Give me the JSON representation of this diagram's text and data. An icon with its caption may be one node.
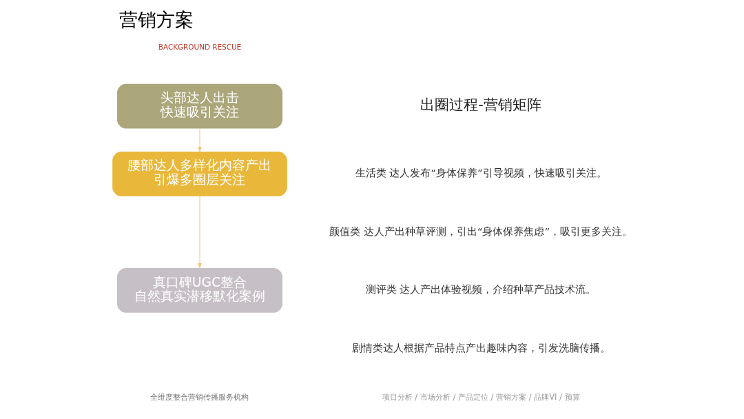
{
  "diagram": {
    "title": "营销方案",
    "nodes": [
      {
        "text": [
          "头部达人出击",
          "快速吸引关注"
        ]
      },
      {
        "text": [
          "腰部达人多样化内容产出",
          "引爆多圈层关注"
        ]
      },
      {
        "text": [
          "真口碑UGC整合",
          "自然真实潜移默化案例"
        ]
      }
    ],
    "edges": [
      {
        "from": 0,
        "to": 1,
        "arrow": "to"
      },
      {
        "from": 1,
        "to": 2,
        "arrow": "to"
      }
    ],
    "labels": [
      "BACKGROUND RESCUE",
      "出圈过程-营销矩阵",
      "生活类 达人发布“身体保养”引导视频，快速吸引关注。",
      "颜值类 达人产出种草评测，引出“身体保养焦虑”，吸引更多关注。",
      "测评类 达人产出体验视频，介绍种草产品技术流。",
      "剧情类达人根据产品特点产出趣味内容，引发洗脑传播。",
      "全维度整合营销传播服务机构",
      "项目分析 / 市场分析 / 产品定位 / 营销方案 / 品牌VI / 预算"
    ]
  }
}
